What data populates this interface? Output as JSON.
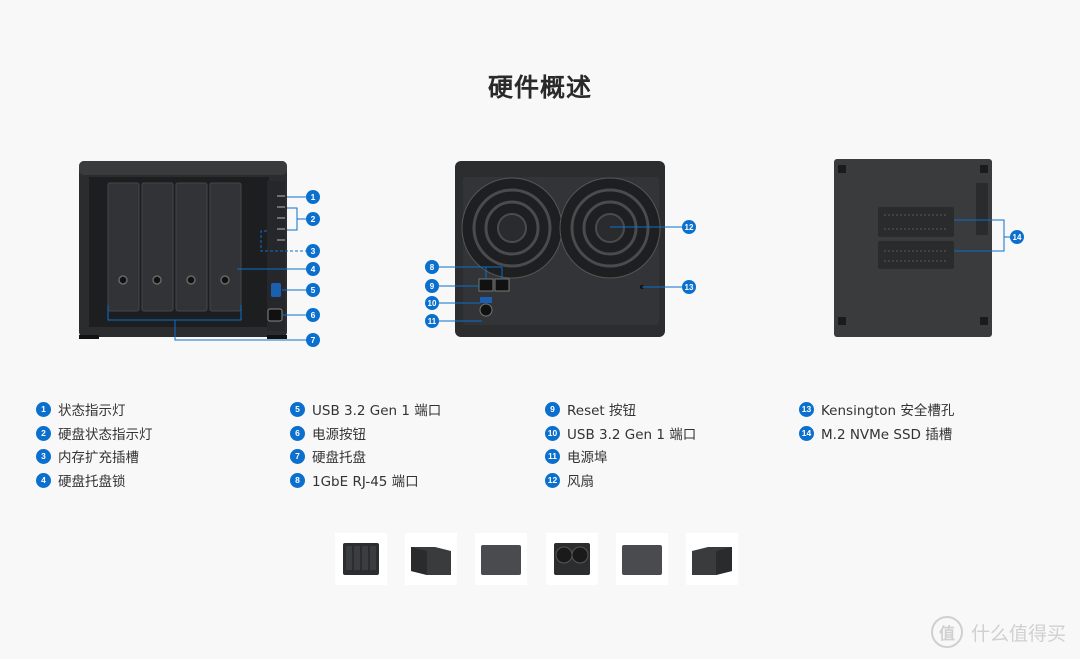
{
  "page": {
    "title": "硬件概述"
  },
  "legend": [
    {
      "num": "1",
      "label": "状态指示灯"
    },
    {
      "num": "2",
      "label": "硬盘状态指示灯"
    },
    {
      "num": "3",
      "label": "内存扩充插槽"
    },
    {
      "num": "4",
      "label": "硬盘托盘锁"
    },
    {
      "num": "5",
      "label": "USB 3.2 Gen 1 端口"
    },
    {
      "num": "6",
      "label": "电源按钮"
    },
    {
      "num": "7",
      "label": "硬盘托盘"
    },
    {
      "num": "8",
      "label": "1GbE RJ-45 端口"
    },
    {
      "num": "9",
      "label": "Reset 按钮"
    },
    {
      "num": "10",
      "label": "USB 3.2 Gen 1 端口"
    },
    {
      "num": "11",
      "label": "电源埠"
    },
    {
      "num": "12",
      "label": "风扇"
    },
    {
      "num": "13",
      "label": "Kensington 安全槽孔"
    },
    {
      "num": "14",
      "label": "M.2 NVMe SSD 插槽"
    }
  ],
  "callouts": {
    "front": [
      "1",
      "2",
      "3",
      "4",
      "5",
      "6",
      "7"
    ],
    "back": [
      "8",
      "9",
      "10",
      "11",
      "12",
      "13"
    ],
    "bottom": [
      "14"
    ]
  },
  "thumbnails": [
    "front-view",
    "angle-view",
    "side-view",
    "back-view",
    "side-view-2",
    "angle-view-2"
  ],
  "watermark": {
    "icon": "值",
    "text": "什么值得买"
  },
  "colors": {
    "accent": "#0b6fce",
    "device": "#2c2d2f",
    "background": "#f8f8f8"
  }
}
